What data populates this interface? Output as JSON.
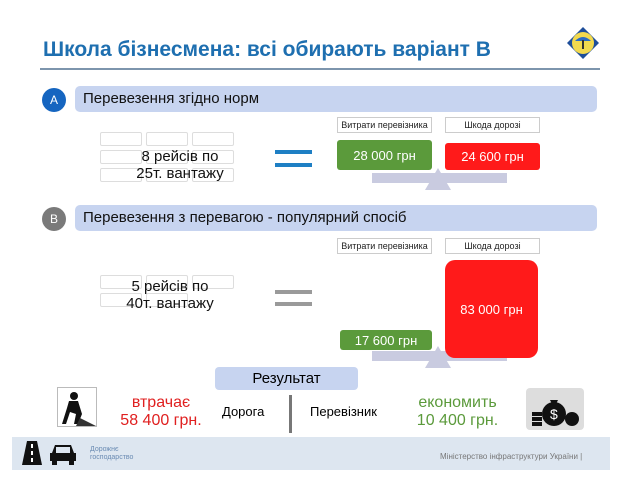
{
  "title": "Школа бізнесмена: всі обирають варіант В",
  "colors": {
    "accent": "#1e6fb0",
    "green": "#5b9a3b",
    "red": "#ff1a1a"
  },
  "option_a": {
    "badge": "A",
    "heading": "Перевезення згідно норм",
    "trips": "8 рейсів по",
    "load": "25т. вантажу",
    "carrier_label": "Витрати перевізника",
    "road_label": "Шкода дорозі",
    "carrier_cost": "28 000 грн",
    "road_damage": "24 600 грн"
  },
  "option_b": {
    "badge": "B",
    "heading": "Перевезення з перевагою - популярний спосіб",
    "trips": "5 рейсів по",
    "load": "40т. вантажу",
    "carrier_label": "Витрати перевізника",
    "road_label": "Шкода дорозі",
    "carrier_cost": "17 600 грн",
    "road_damage": "83 000 грн"
  },
  "result": {
    "heading": "Результат",
    "road": "Дорога",
    "carrier": "Перевізник",
    "loses": "втрачає",
    "loss_amount": "58 400 грн.",
    "saves": "економить",
    "save_amount": "10 400 грн."
  },
  "footer": {
    "org_line1": "Дорожнє",
    "org_line2": "господарство",
    "ministry": "Міністерство інфраструктури України |"
  }
}
